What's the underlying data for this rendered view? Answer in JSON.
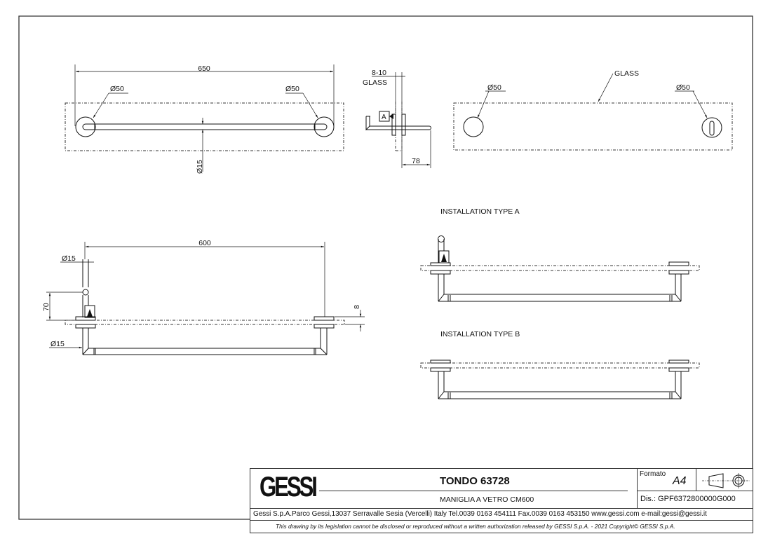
{
  "views": {
    "top_view": {
      "overall_length": "650",
      "left_knob_diameter": "Ø50",
      "right_knob_diameter": "Ø50",
      "bar_diameter": "Ø15"
    },
    "side_view": {
      "glass_thickness": "8-10",
      "glass_label": "GLASS",
      "projection": "78",
      "detail_marker": "A"
    },
    "back_view": {
      "glass_label": "GLASS",
      "left_diameter": "Ø50",
      "right_diameter": "Ø50"
    },
    "front_view": {
      "center_distance": "600",
      "top_bar_diameter": "Ø15",
      "height_offset": "70",
      "glass_gap": "8",
      "bottom_bar_diameter": "Ø15"
    },
    "installation_a": {
      "title": "INSTALLATION TYPE A"
    },
    "installation_b": {
      "title": "INSTALLATION TYPE B"
    }
  },
  "title_block": {
    "logo": "GESSI",
    "product_title": "TONDO 63728",
    "product_subtitle": "MANIGLIA A VETRO CM600",
    "format_label": "Formato",
    "format_value": "A4",
    "projection_symbol": "first-angle-projection-icon",
    "drawing_number": "Dis.: GPF6372800000G000",
    "company_info": "Gessi S.p.A.Parco Gessi,13037 Serravalle Sesia (Vercelli) Italy Tel.0039 0163 454111 Fax.0039 0163 453150 www.gessi.com e-mail:gessi@gessi.it",
    "legal_notice": "This drawing by its legislation cannot be disclosed or reproduced without a written authorization released by GESSI S.p.A. - 2021 Copyright© GESSI S.p.A."
  }
}
